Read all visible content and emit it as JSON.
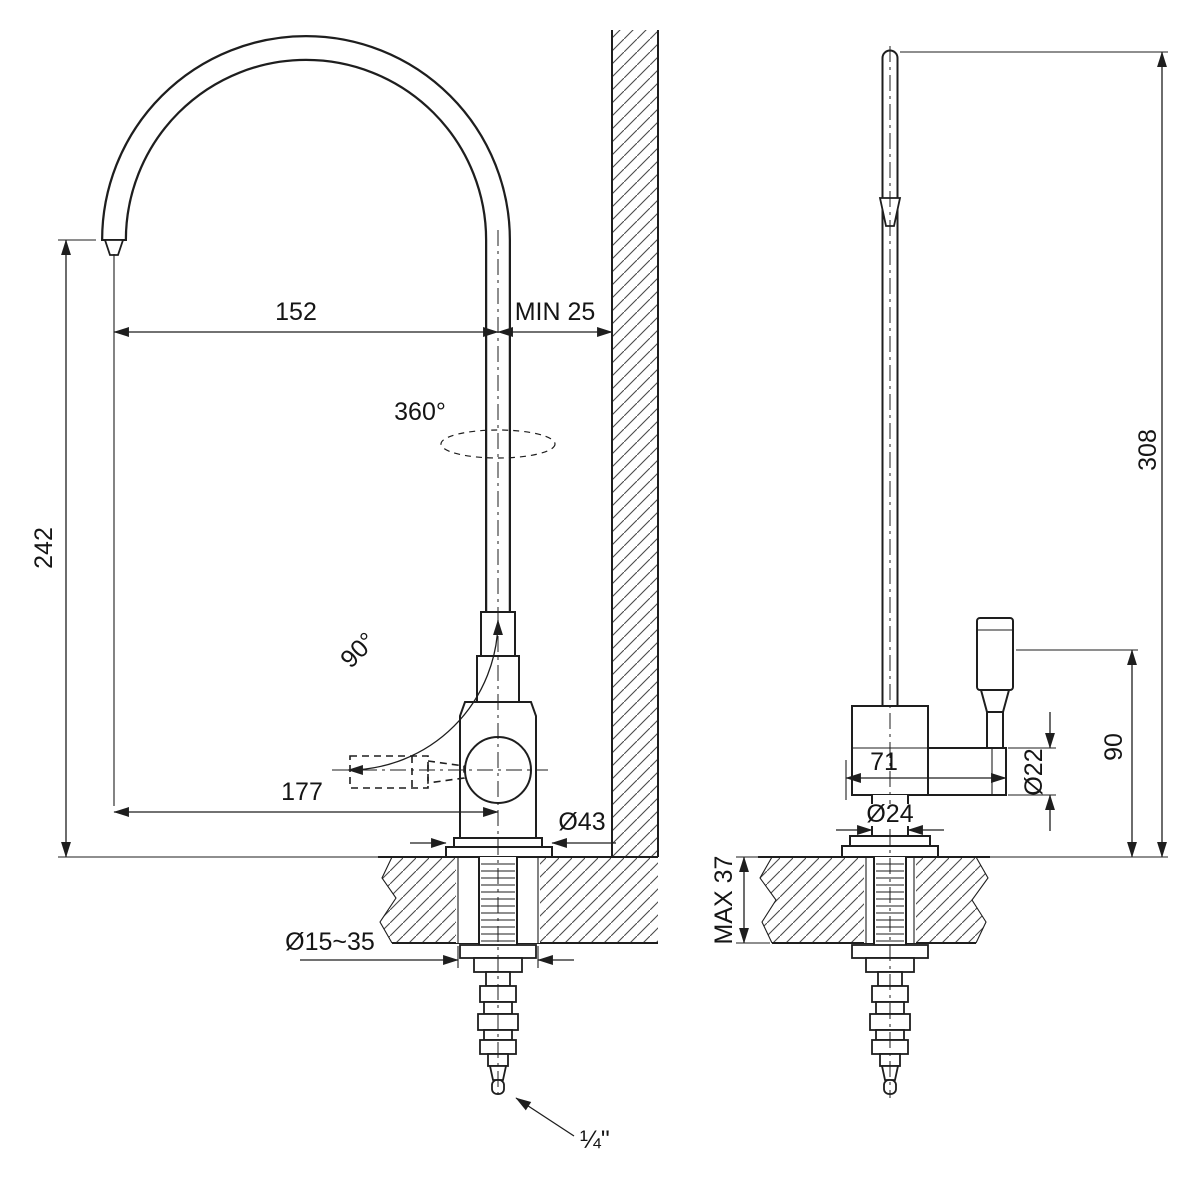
{
  "drawing": {
    "side_view": {
      "dim_reach": "152",
      "dim_min_wall": "MIN 25",
      "dim_swivel": "360°",
      "dim_spout_height": "242",
      "dim_handle_angle": "90°",
      "dim_depth": "177",
      "dim_base_diameter": "Ø43",
      "dim_hole_diameter": "Ø15~35",
      "dim_tube_size": "¼\""
    },
    "front_view": {
      "dim_total_height": "308",
      "dim_body_width": "71",
      "dim_handle_diameter": "Ø22",
      "dim_shank_diameter": "Ø24",
      "dim_handle_height": "90",
      "dim_counter_thickness": "MAX 37"
    }
  }
}
